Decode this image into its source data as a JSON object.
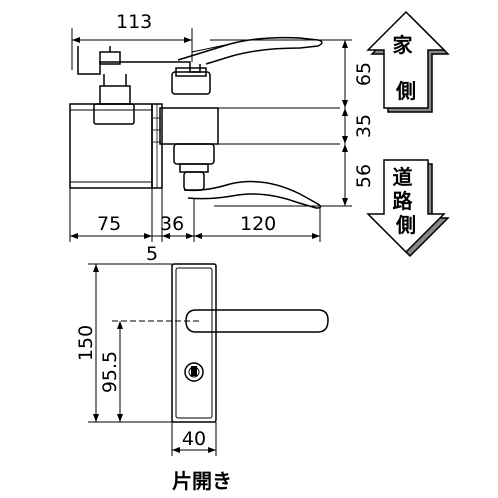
{
  "top_view": {
    "dim_width_overall": "113",
    "dim_height_upper": "65",
    "dim_height_middle": "35",
    "dim_height_lower": "56",
    "dim_case_width": "75",
    "dim_backset": "36",
    "dim_lever_length": "120",
    "dim_gap": "5"
  },
  "direction_labels": {
    "house_side": "家\n側",
    "road_side": "道\n路\n側"
  },
  "front_view": {
    "dim_plate_height": "150",
    "dim_lever_to_bottom": "95.5",
    "dim_plate_width": "40"
  },
  "caption": "片開き",
  "colors": {
    "line": "#000000",
    "background": "#ffffff"
  }
}
